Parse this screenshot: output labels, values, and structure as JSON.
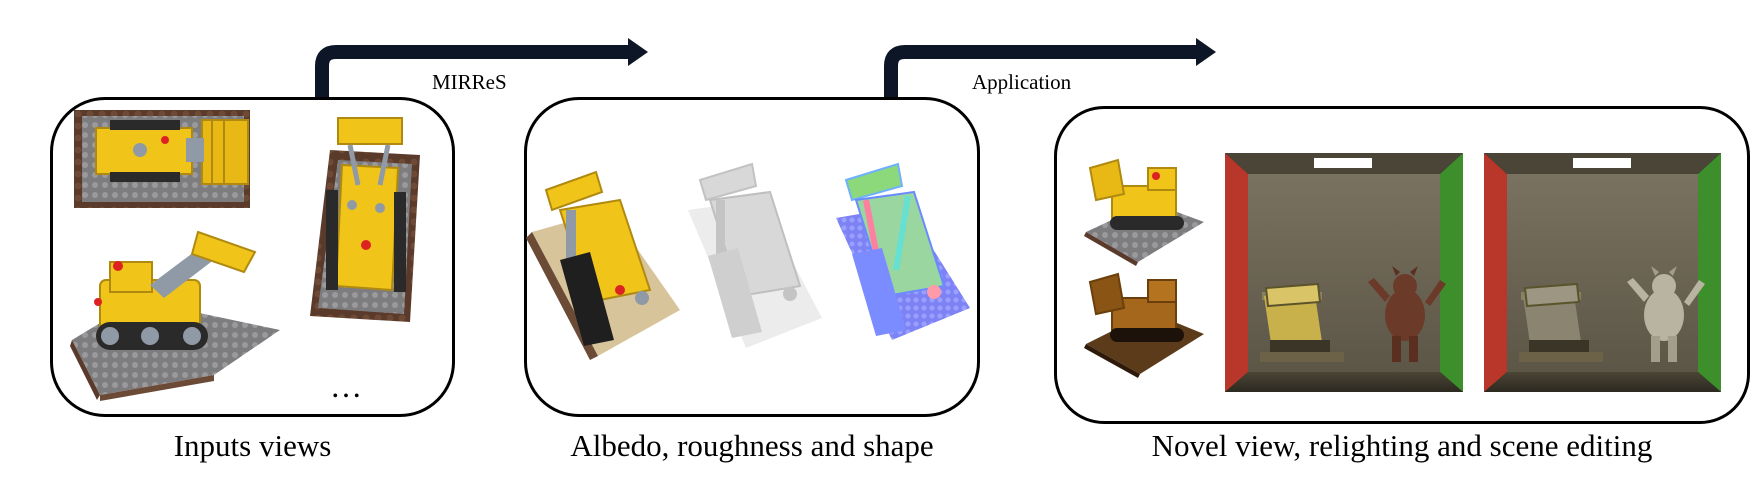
{
  "arrows": [
    {
      "label": "MIRReS"
    },
    {
      "label": "Application"
    }
  ],
  "panels": {
    "inputs": {
      "caption": "Inputs views",
      "ellipsis": "…"
    },
    "outputs": {
      "caption": "Albedo, roughness and shape"
    },
    "applications": {
      "caption": "Novel view, relighting and scene editing"
    }
  },
  "colors": {
    "arrow": "#0d1626",
    "lego_yellow": "#f0c419",
    "lego_gray": "#8f9aa6",
    "roughness_gray": "#d8d8d8",
    "normal_blue": "#7f7fff",
    "box_red_wall": "#b8372a",
    "box_green_wall": "#3c8f2a",
    "box_back_wall": "#6b6350"
  },
  "icons": [
    "arrow-icon",
    "lego-bulldozer-image",
    "cornell-box-image",
    "monster-figure-image"
  ]
}
